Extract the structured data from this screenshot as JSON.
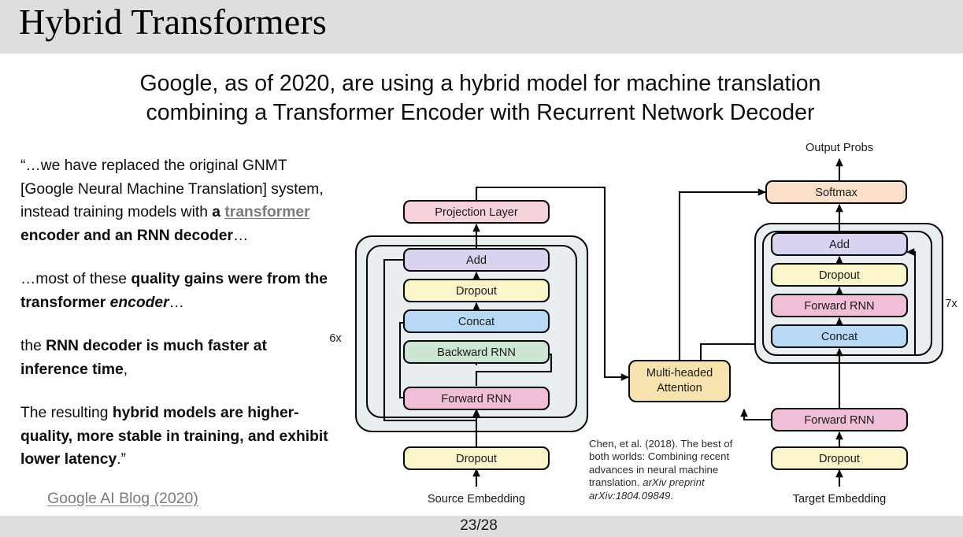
{
  "slide": {
    "title": "Hybrid Transformers",
    "subtitle_lines": [
      "Google, as of 2020, are using a hybrid model for machine translation",
      "combining a Transformer Encoder with Recurrent Network Decoder"
    ],
    "footer_page": "23/28"
  },
  "quote": {
    "p1_part1": "“…we have replaced the original GNMT [Google Neural Machine Translation] system, instead training models with ",
    "p1_bold_a": "a ",
    "p1_link": "transformer",
    "p1_bold_b": " encoder and an RNN decoder",
    "p1_end": "…",
    "p2_part1": "…most of these ",
    "p2_bold": "quality gains were from the transformer ",
    "p2_bold_italic": "encoder",
    "p2_end": "…",
    "p3_part1": "the ",
    "p3_bold": "RNN decoder is much faster at inference time",
    "p3_end": ",",
    "p4_part1": "The resulting ",
    "p4_bold": "hybrid models are higher-quality, more stable in training, and exhibit lower latency",
    "p4_end": ".”",
    "source": "Google AI Blog (2020)"
  },
  "citation": {
    "text_plain_a": "Chen, et al. (2018). The best of both worlds: Combining recent advances in neural machine translation. ",
    "text_italic": "arXiv preprint arXiv:1804.09849",
    "text_plain_b": "."
  },
  "diagram": {
    "encoder": {
      "input_label": "Source Embedding",
      "repeat_label": "6x",
      "nodes": [
        {
          "id": "enc-projection",
          "label": "Projection Layer",
          "color": "#f6d3db"
        },
        {
          "id": "enc-add",
          "label": "Add",
          "color": "#d9d3f0"
        },
        {
          "id": "enc-dropout",
          "label": "Dropout",
          "color": "#faf6c9"
        },
        {
          "id": "enc-concat",
          "label": "Concat",
          "color": "#b7d9f6"
        },
        {
          "id": "enc-backward-rnn",
          "label": "Backward RNN",
          "color": "#cde5d3"
        },
        {
          "id": "enc-forward-rnn",
          "label": "Forward RNN",
          "color": "#f0bed6"
        },
        {
          "id": "enc-input-dropout",
          "label": "Dropout",
          "color": "#faf6c9"
        }
      ]
    },
    "attention": {
      "label_line1": "Multi-headed",
      "label_line2": "Attention",
      "color": "#f7e3ae"
    },
    "decoder": {
      "output_label": "Output Probs",
      "input_label": "Target Embedding",
      "repeat_label": "7x",
      "nodes": [
        {
          "id": "dec-softmax",
          "label": "Softmax",
          "color": "#fadfc9"
        },
        {
          "id": "dec-add",
          "label": "Add",
          "color": "#d9d3f0"
        },
        {
          "id": "dec-dropout",
          "label": "Dropout",
          "color": "#faf6c9"
        },
        {
          "id": "dec-forward-rnn",
          "label": "Forward RNN",
          "color": "#f0bed6"
        },
        {
          "id": "dec-concat",
          "label": "Concat",
          "color": "#b7d9f6"
        },
        {
          "id": "dec-bottom-forward-rnn",
          "label": "Forward RNN",
          "color": "#f0bed6"
        },
        {
          "id": "dec-input-dropout",
          "label": "Dropout",
          "color": "#faf6c9"
        }
      ]
    }
  },
  "colors": {
    "banner": "#dedede",
    "group_fill": "#e9eef0",
    "link": "#7b7b7b",
    "stroke": "#0a0a0a"
  }
}
